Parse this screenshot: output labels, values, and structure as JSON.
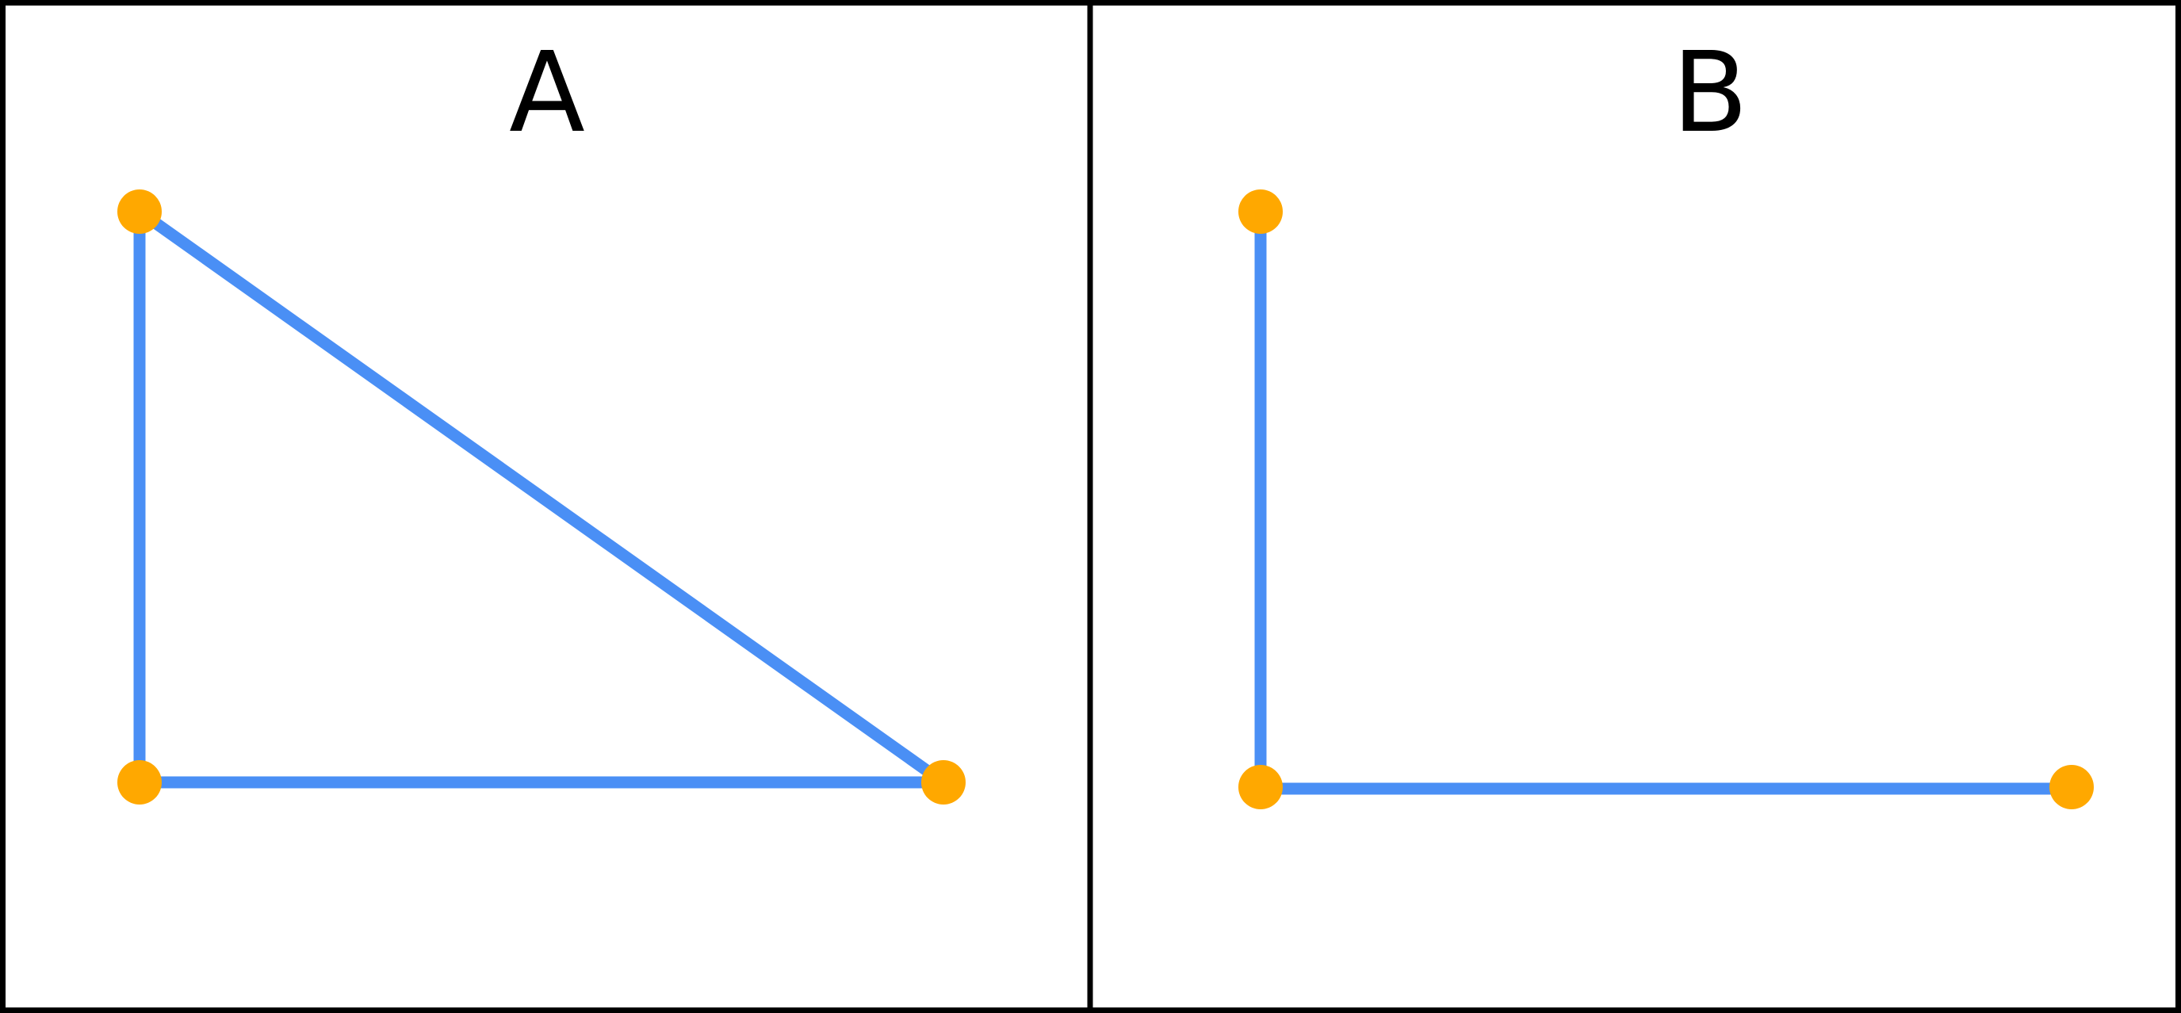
{
  "colors": {
    "background": "#ffffff",
    "edge": "#4a8ff5",
    "node": "#ffa800",
    "border": "#000000"
  },
  "panels": [
    {
      "label": "A",
      "nodes": [
        "top",
        "bottom-left",
        "bottom-right"
      ],
      "edges": [
        [
          "top",
          "bottom-left"
        ],
        [
          "bottom-left",
          "bottom-right"
        ],
        [
          "top",
          "bottom-right"
        ]
      ]
    },
    {
      "label": "B",
      "nodes": [
        "top",
        "bottom-left",
        "bottom-right"
      ],
      "edges": [
        [
          "top",
          "bottom-left"
        ],
        [
          "bottom-left",
          "bottom-right"
        ]
      ]
    }
  ]
}
